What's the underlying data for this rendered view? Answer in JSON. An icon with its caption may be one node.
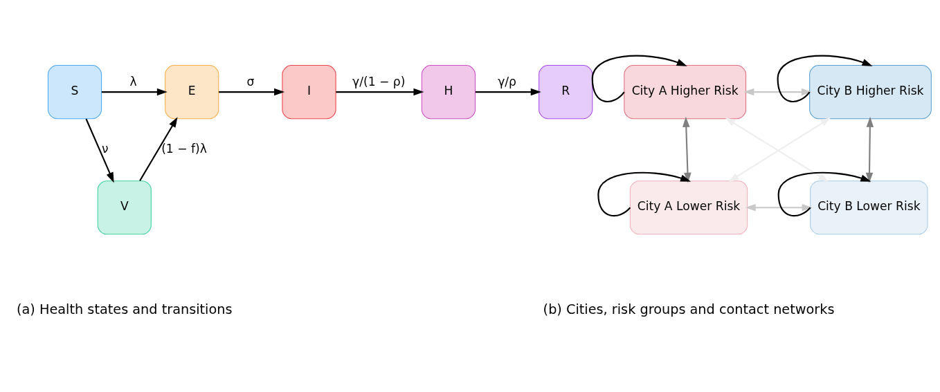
{
  "diagram": {
    "nodes": [
      {
        "text": [
          "S"
        ]
      },
      {
        "text": [
          "E"
        ]
      },
      {
        "text": [
          "I"
        ]
      },
      {
        "text": [
          "H"
        ]
      },
      {
        "text": [
          "R"
        ]
      },
      {
        "text": [
          "V"
        ]
      },
      {
        "text": [
          "City A Higher Risk"
        ]
      },
      {
        "text": [
          "City B Higher Risk"
        ]
      },
      {
        "text": [
          "City A Lower Risk"
        ]
      },
      {
        "text": [
          "City B Lower Risk"
        ]
      }
    ],
    "edges": [
      {
        "from": 0,
        "to": 1,
        "arrow": "to",
        "label": "λ"
      },
      {
        "from": 1,
        "to": 2,
        "arrow": "to",
        "label": "σ"
      },
      {
        "from": 2,
        "to": 3,
        "arrow": "to",
        "label": "γ/(1 − ρ)"
      },
      {
        "from": 3,
        "to": 4,
        "arrow": "to",
        "label": "γ/ρ"
      },
      {
        "from": 0,
        "to": 5,
        "arrow": "to",
        "label": "ν"
      },
      {
        "from": 5,
        "to": 1,
        "arrow": "to",
        "label": "(1 − f)λ"
      },
      {
        "from": 6,
        "to": 6,
        "arrow": "to"
      },
      {
        "from": 7,
        "to": 7,
        "arrow": "to"
      },
      {
        "from": 8,
        "to": 8,
        "arrow": "to"
      },
      {
        "from": 9,
        "to": 9,
        "arrow": "to"
      },
      {
        "from": 6,
        "to": 7,
        "arrow": "both",
        "color": "#c8c8c8"
      },
      {
        "from": 6,
        "to": 8,
        "arrow": "both",
        "color": "#808080"
      },
      {
        "from": 7,
        "to": 9,
        "arrow": "both",
        "color": "#808080"
      },
      {
        "from": 8,
        "to": 9,
        "arrow": "both",
        "color": "#c8c8c8"
      },
      {
        "from": 6,
        "to": 9,
        "arrow": "both",
        "color": "#eeeeee"
      },
      {
        "from": 7,
        "to": 8,
        "arrow": "both",
        "color": "#eeeeee"
      }
    ],
    "labels": [
      "(a) Health states and transitions",
      "(b) Cities, risk groups and contact networks"
    ]
  }
}
